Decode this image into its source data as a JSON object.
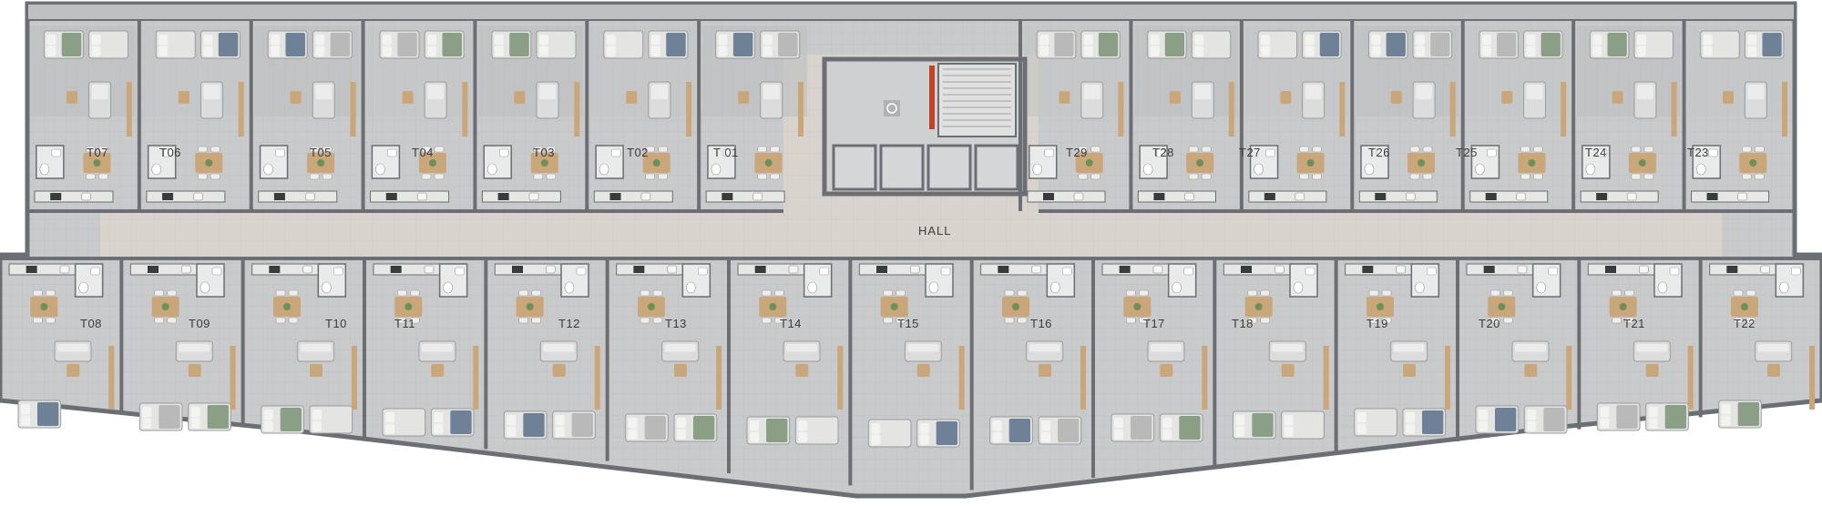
{
  "plan": {
    "hall_label": "HALL",
    "colors": {
      "wall": "#6b6e72",
      "floor_tile": "#c9cacb",
      "floor_hall": "#d8d4cd",
      "wood": "#c9a77a",
      "rug": "#aeb0b2",
      "bed_linen": "#e4e4e2",
      "bed_green": "#8b9f86",
      "bed_blue": "#6f8196",
      "accent_red": "#c0442b",
      "plant": "#6f8f5a",
      "sky": "#ffffff"
    },
    "units_top": [
      "T07",
      "T06",
      "T05",
      "T04",
      "T03",
      "T02",
      "T 01",
      "T29",
      "T28",
      "T27",
      "T26",
      "T25",
      "T24",
      "T23"
    ],
    "units_bottom": [
      "T08",
      "T09",
      "T10",
      "T11",
      "T12",
      "T13",
      "T14",
      "T15",
      "T16",
      "T17",
      "T18",
      "T19",
      "T20",
      "T21",
      "T22"
    ],
    "core_icon": "accessible-icon"
  }
}
